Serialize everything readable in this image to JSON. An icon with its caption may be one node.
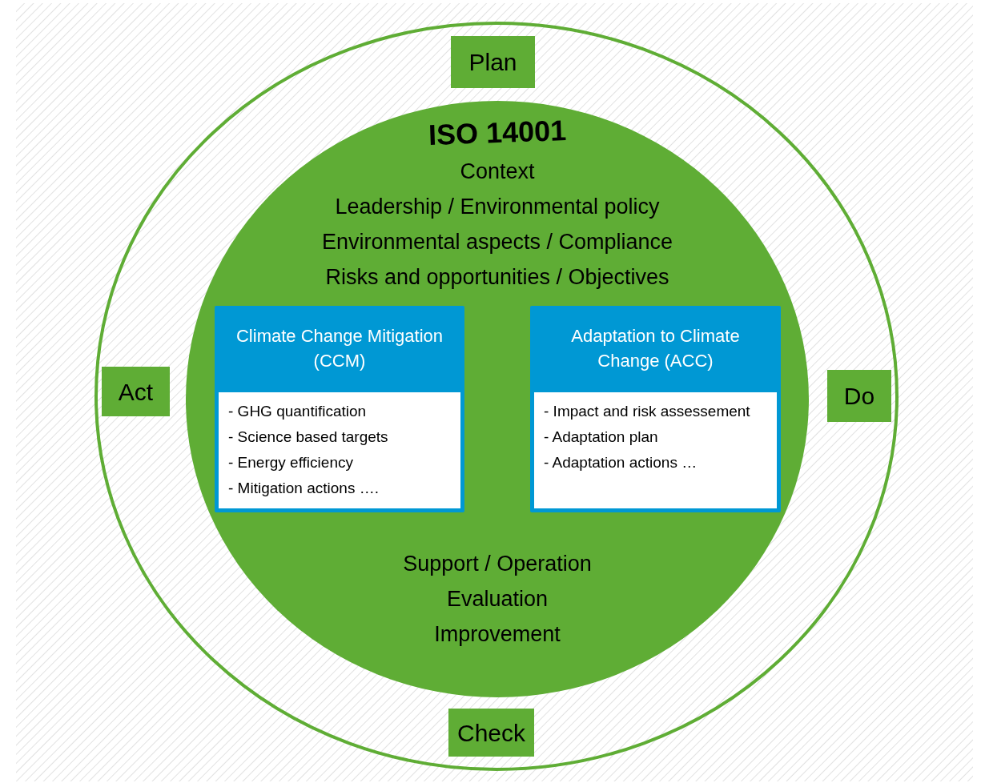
{
  "diagram": {
    "nodes": [
      {
        "text": [
          "ISO 14001",
          "Context",
          "Leadership / Environmental policy",
          "Environmental aspects / Compliance",
          "Risks and opportunities / Objectives",
          "Support / Operation",
          "Evaluation",
          "Improvement"
        ]
      },
      {
        "text": [
          "Climate Change Mitigation (CCM)",
          "- GHG quantification",
          "- Science based targets",
          "- Energy efficiency",
          "- Mitigation actions …."
        ],
        "in": 0
      },
      {
        "text": [
          "Adaptation to Climate Change (ACC)",
          "- Impact and risk assessement",
          "- Adaptation plan",
          "- Adaptation actions …"
        ],
        "in": 0
      },
      {
        "text": [
          "Plan"
        ]
      },
      {
        "text": [
          "Do"
        ]
      },
      {
        "text": [
          "Check"
        ]
      },
      {
        "text": [
          "Act"
        ]
      }
    ]
  }
}
